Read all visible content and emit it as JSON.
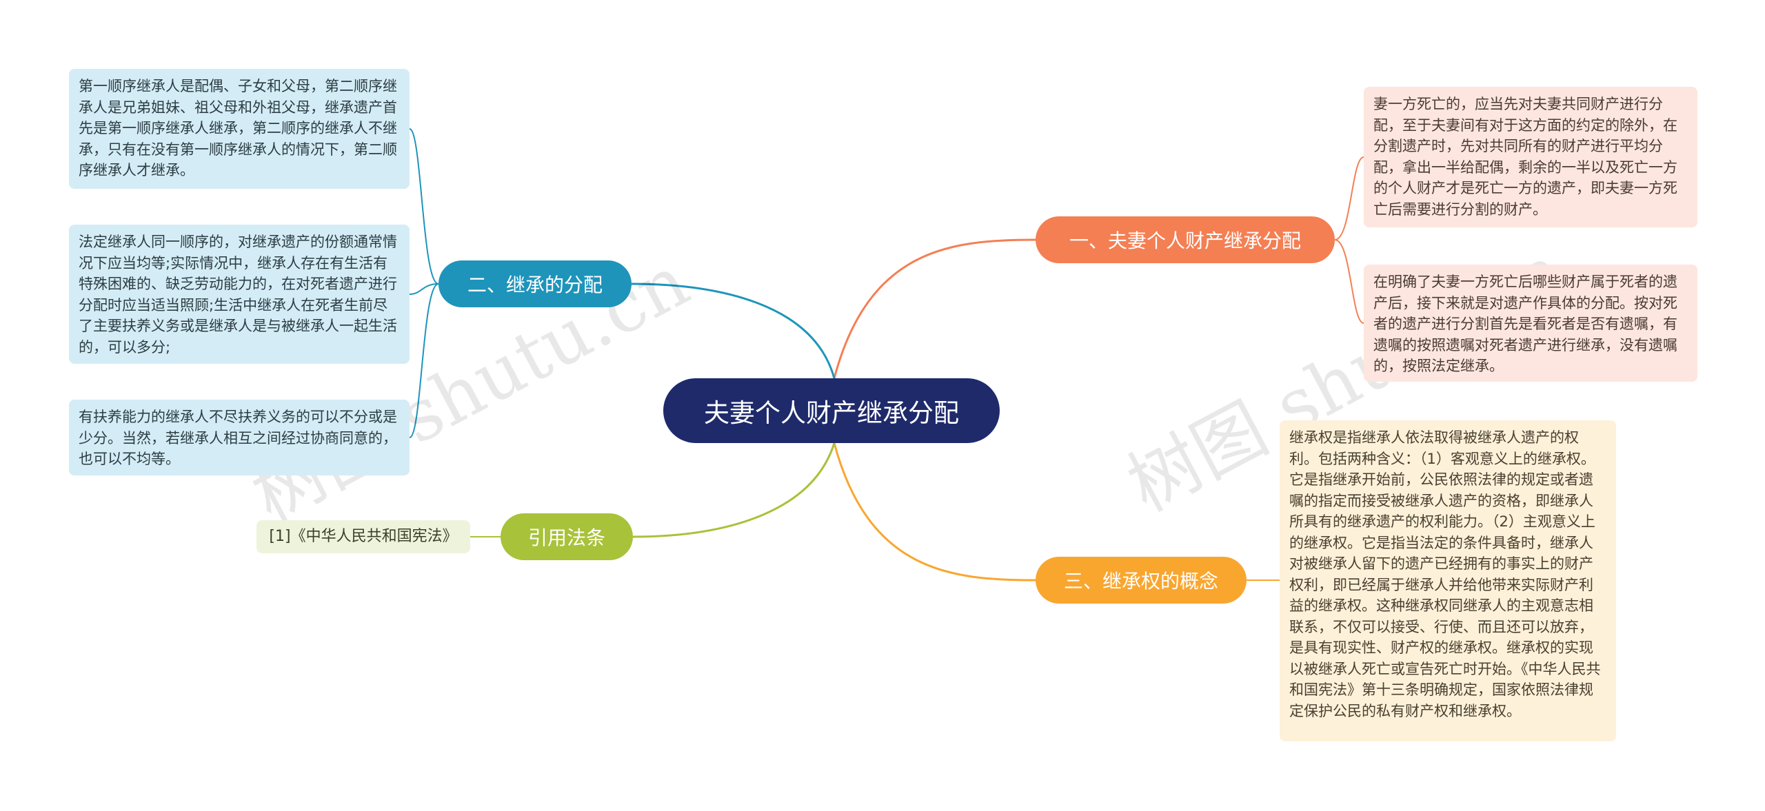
{
  "center": {
    "title": "夫妻个人财产继承分配"
  },
  "branches": [
    {
      "id": "b1",
      "label": "一、夫妻个人财产继承分配",
      "color": "#f47f53"
    },
    {
      "id": "b2",
      "label": "二、继承的分配",
      "color": "#1e94bb"
    },
    {
      "id": "b3",
      "label": "三、继承权的概念",
      "color": "#f9a62f"
    },
    {
      "id": "b4",
      "label": "引用法条",
      "color": "#a8c23a"
    }
  ],
  "leaves": {
    "b1_1": "妻一方死亡的，应当先对夫妻共同财产进行分配，至于夫妻间有对于这方面的约定的除外，在分割遗产时，先对共同所有的财产进行平均分配，拿出一半给配偶，剩余的一半以及死亡一方的个人财产才是死亡一方的遗产，即夫妻一方死亡后需要进行分割的财产。",
    "b1_2": "在明确了夫妻一方死亡后哪些财产属于死者的遗产后，接下来就是对遗产作具体的分配。按对死者的遗产进行分割首先是看死者是否有遗嘱，有遗嘱的按照遗嘱对死者遗产进行继承，没有遗嘱的，按照法定继承。",
    "b2_1": "第一顺序继承人是配偶、子女和父母，第二顺序继承人是兄弟姐妹、祖父母和外祖父母，继承遗产首先是第一顺序继承人继承，第二顺序的继承人不继承，只有在没有第一顺序继承人的情况下，第二顺序继承人才继承。",
    "b2_2": "法定继承人同一顺序的，对继承遗产的份额通常情况下应当均等;实际情况中，继承人存在有生活有特殊困难的、缺乏劳动能力的，在对死者遗产进行分配时应当适当照顾;生活中继承人在死者生前尽了主要扶养义务或是继承人是与被继承人一起生活的，可以多分;",
    "b2_3": "有扶养能力的继承人不尽扶养义务的可以不分或是少分。当然，若继承人相互之间经过协商同意的，也可以不均等。",
    "b3_1": "继承权是指继承人依法取得被继承人遗产的权利。包括两种含义：（1）客观意义上的继承权。它是指继承开始前，公民依照法律的规定或者遗嘱的指定而接受被继承人遗产的资格，即继承人所具有的继承遗产的权利能力。（2）主观意义上的继承权。它是指当法定的条件具备时，继承人对被继承人留下的遗产已经拥有的事实上的财产权利，即已经属于继承人并给他带来实际财产利益的继承权。这种继承权同继承人的主观意志相联系，不仅可以接受、行使、而且还可以放弃，是具有现实性、财产权的继承权。继承权的实现以被继承人死亡或宣告死亡时开始。《中华人民共和国宪法》第十三条明确规定，国家依照法律规定保护公民的私有财产权和继承权。",
    "b4_1": "[1]《中华人民共和国宪法》"
  },
  "watermark": "树图 shutu.cn",
  "colors": {
    "center": "#1f2a6b",
    "orange": "#f47f53",
    "teal": "#1e94bb",
    "yellow": "#f9a62f",
    "green": "#a8c23a"
  }
}
